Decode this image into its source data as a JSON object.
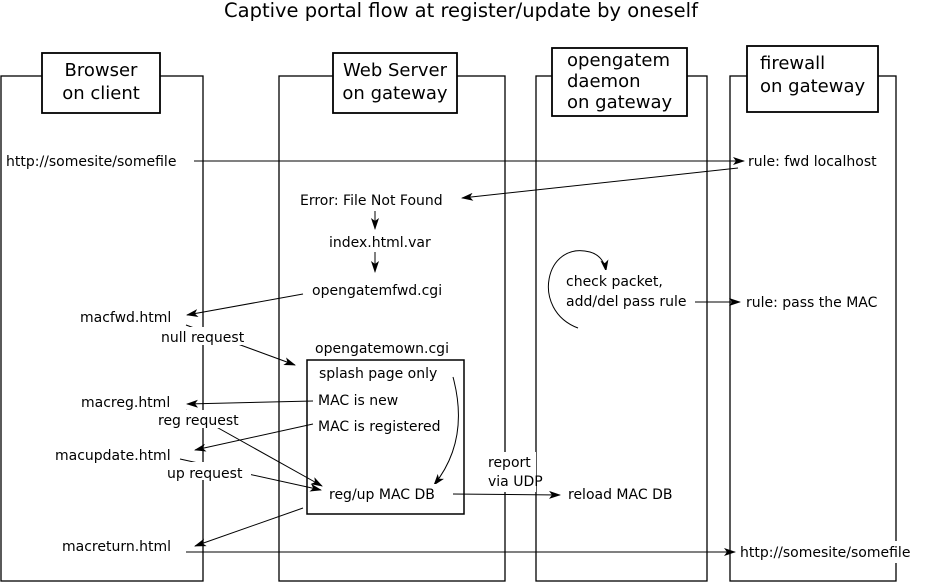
{
  "title": "Captive portal flow at register/update by oneself",
  "lanes": {
    "browser": "Browser\non client",
    "webserver": "Web Server\non gateway",
    "daemon": "opengatem\ndaemon\non gateway",
    "firewall": "firewall\non gateway"
  },
  "labels": {
    "req_url": "http://somesite/somefile",
    "fw_rule_fwd": "rule: fwd localhost",
    "error": "Error: File Not Found",
    "index_var": "index.html.var",
    "fwd_cgi": "opengatemfwd.cgi",
    "macfwd": "macfwd.html",
    "null_request": "null request",
    "own_cgi": "opengatemown.cgi",
    "splash": "splash page only",
    "mac_new": "MAC is new",
    "mac_registered": "MAC is registered",
    "macreg": "macreg.html",
    "reg_request": "reg request",
    "macupdate": "macupdate.html",
    "up_request": "up request",
    "regup_db": "reg/up MAC DB",
    "report": "report",
    "via_udp": "via UDP",
    "reload_db": "reload MAC DB",
    "check_packet": "check packet,",
    "add_del": "add/del pass rule",
    "fw_rule_pass": "rule: pass the MAC",
    "macreturn": "macreturn.html",
    "final_url": "http://somesite/somefile"
  }
}
